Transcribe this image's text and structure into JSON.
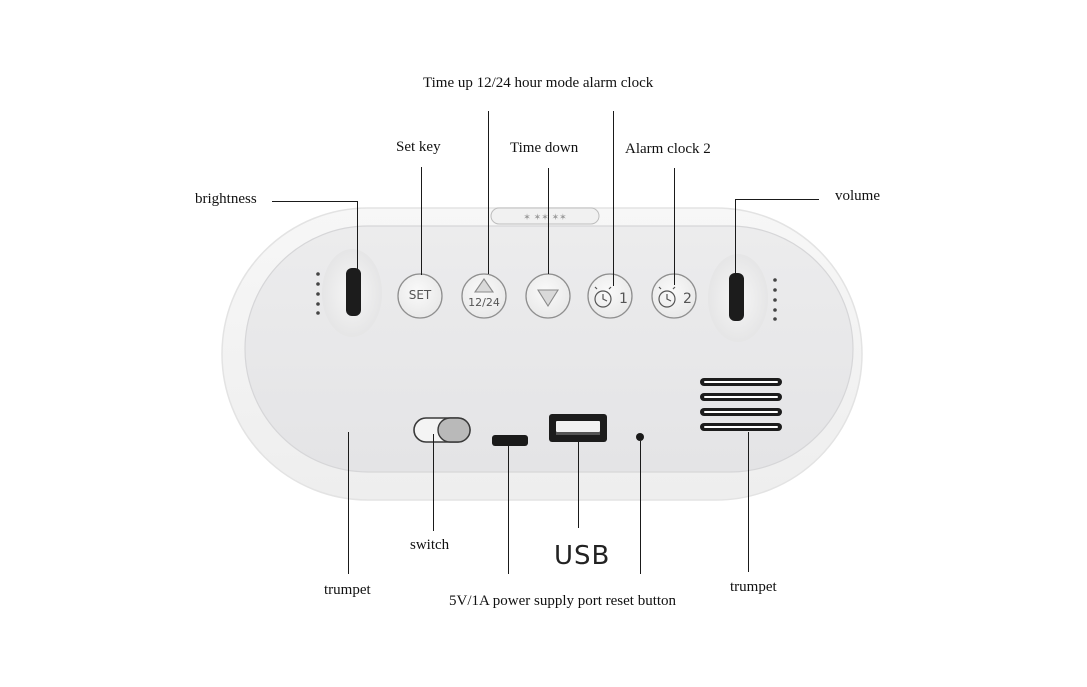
{
  "labels": {
    "time_up_mode_alarm": "Time up 12/24 hour mode alarm clock",
    "set_key": "Set key",
    "time_down": "Time down",
    "alarm_clock_2": "Alarm clock 2",
    "brightness": "brightness",
    "volume": "volume",
    "switch": "switch",
    "usb": "USB",
    "trumpet_left": "trumpet",
    "trumpet_right": "trumpet",
    "power_reset": "5V/1A power supply port reset button"
  },
  "buttons": {
    "set": "SET",
    "mode": "12/24",
    "alarm1_num": "1",
    "alarm2_num": "2"
  },
  "colors": {
    "device_body": "#f2f2f2",
    "device_face": "#e9e9ea",
    "button_face": "#f4f4f4",
    "dark_control": "#1c1c1c"
  },
  "icons": [
    "up-triangle-icon",
    "down-triangle-icon",
    "alarm-clock-icon",
    "speaker-grille-icon",
    "brightness-dots-icon",
    "volume-dots-icon"
  ]
}
